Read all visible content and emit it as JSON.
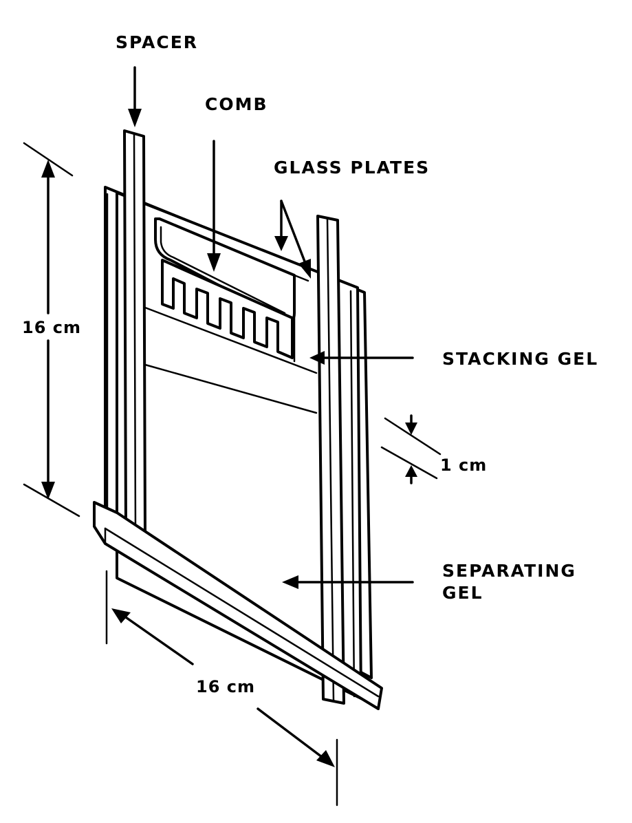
{
  "labels": {
    "spacer": "SPACER",
    "comb": "COMB",
    "glass_plates": "GLASS PLATES",
    "stacking_gel": "STACKING GEL",
    "separating_gel_line1": "SEPARATING",
    "separating_gel_line2": "GEL",
    "height_dim": "16 cm",
    "width_dim": "16 cm",
    "gap_dim": "1 cm"
  }
}
